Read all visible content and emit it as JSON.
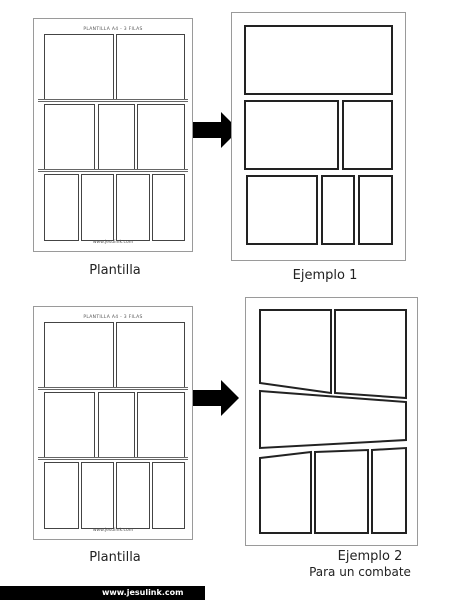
{
  "template_sheet": {
    "title": "PLANTILLA A4 - 3 FILAS",
    "footer": "www.jesulink.com"
  },
  "captions": {
    "top_left": "Plantilla",
    "top_right": "Ejemplo 1",
    "bottom_left": "Plantilla",
    "bottom_right_line1": "Ejemplo 2",
    "bottom_right_line2": "Para un combate"
  },
  "footer_bar": {
    "text": "www.jesulink.com"
  },
  "colors": {
    "arrow": "#000000",
    "panel_border": "#222222",
    "footer_bg": "#000000"
  },
  "icons": {
    "arrow": "right-arrow-icon"
  }
}
